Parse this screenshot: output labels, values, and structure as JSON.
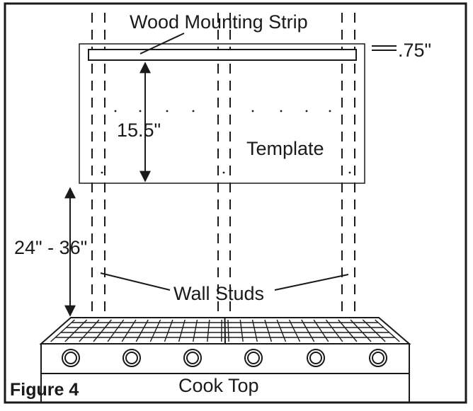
{
  "figure": {
    "caption": "Figure 4",
    "labels": {
      "mounting_strip": "Wood Mounting Strip",
      "strip_thickness": ".75\"",
      "strip_to_template": "15.5\"",
      "template": "Template",
      "height_above_cooktop": "24\" - 36\"",
      "wall_studs": "Wall Studs",
      "cook_top": "Cook Top"
    },
    "colors": {
      "line": "#1a1a1a",
      "background": "#ffffff"
    }
  }
}
